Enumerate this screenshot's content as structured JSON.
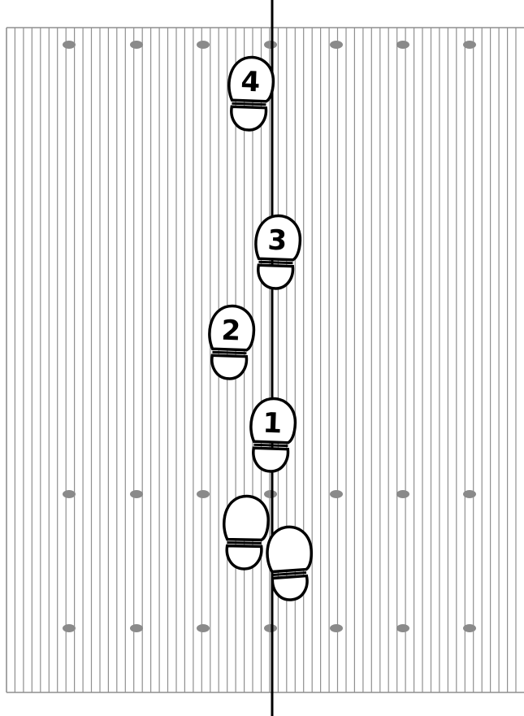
{
  "colors": {
    "background": "#ffffff",
    "board_line": "#8f8f8f",
    "peg": "#8a8a8a",
    "center_line": "#000000",
    "footprint_stroke": "#000000",
    "footprint_fill": "#ffffff"
  },
  "steps": [
    {
      "label": "4",
      "name": "footprint-step-4"
    },
    {
      "label": "3",
      "name": "footprint-step-3"
    },
    {
      "label": "2",
      "name": "footprint-step-2"
    },
    {
      "label": "1",
      "name": "footprint-step-1"
    }
  ],
  "start_feet": [
    {
      "name": "footprint-start-left"
    },
    {
      "name": "footprint-start-right"
    }
  ]
}
